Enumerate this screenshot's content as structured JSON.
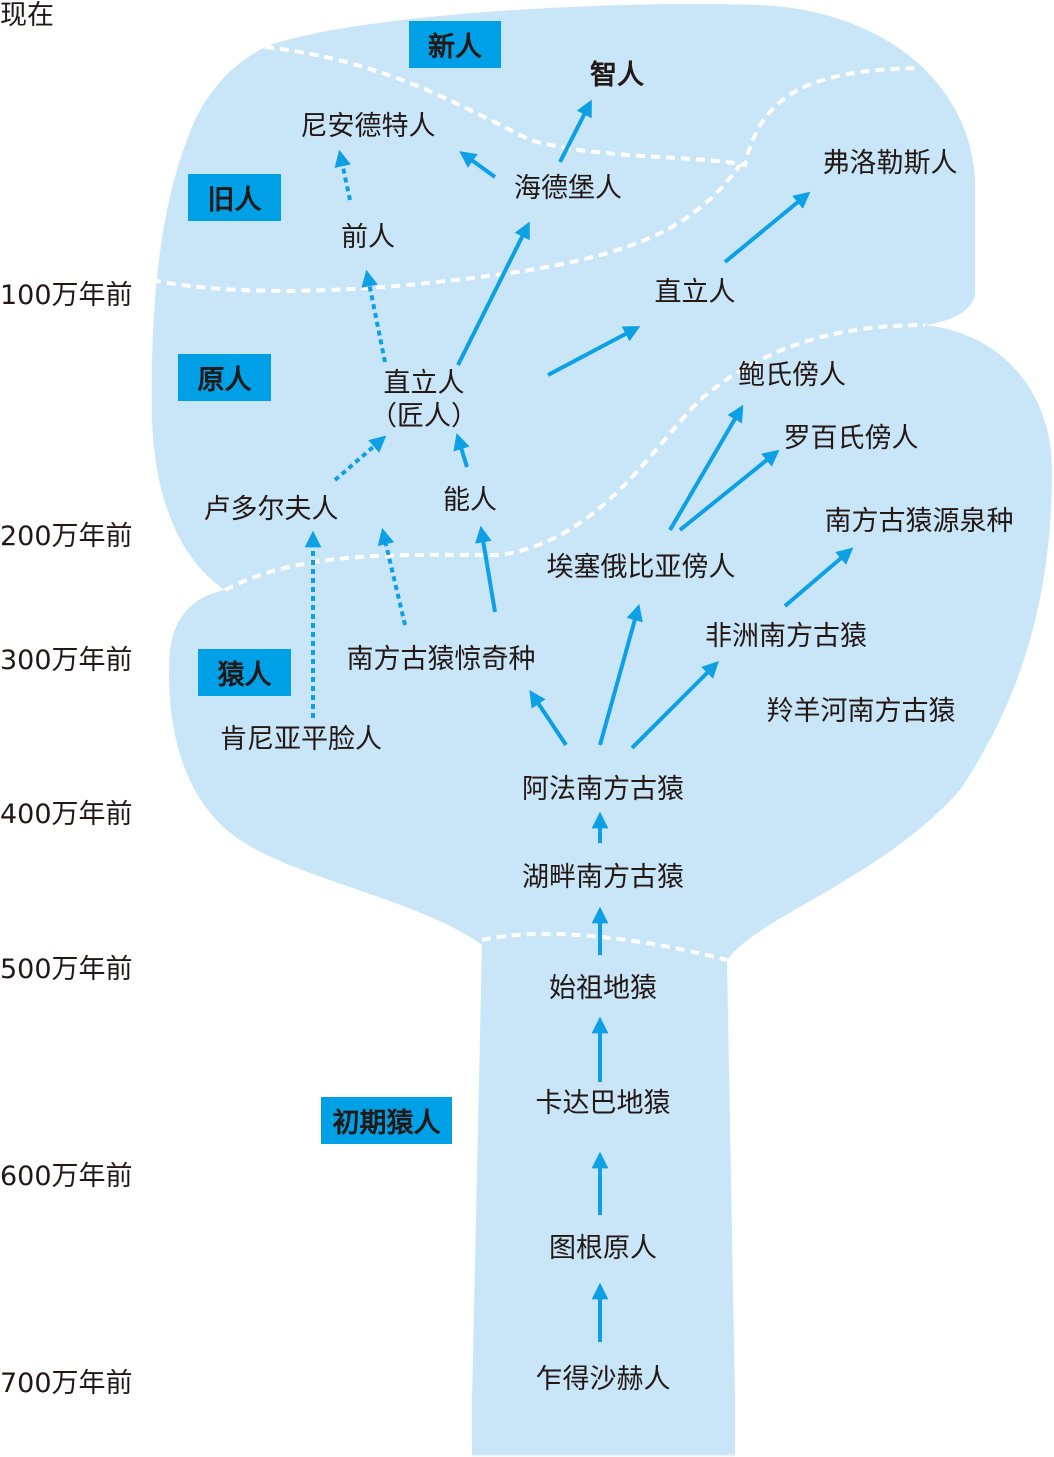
{
  "time_axis": [
    "现在",
    "100万年前",
    "200万年前",
    "300万年前",
    "400万年前",
    "500万年前",
    "600万年前",
    "700万年前"
  ],
  "groups": {
    "new": "新人",
    "old": "旧人",
    "archaic": "原人",
    "ape": "猿人",
    "early": "初期猿人"
  },
  "species": {
    "sapiens": "智人",
    "neanderthal": "尼安德特人",
    "heidelberg": "海德堡人",
    "antecessor": "前人",
    "floresiensis": "弗洛勒斯人",
    "erectus": "直立人",
    "erectus_ergaster": "直立人",
    "ergaster": "（匠人）",
    "boisei": "鲍氏傍人",
    "robustus": "罗百氏傍人",
    "habilis": "能人",
    "rudolfensis": "卢多尔夫人",
    "sediba": "南方古猿源泉种",
    "aethiopicus": "埃塞俄比亚傍人",
    "garhi": "南方古猿惊奇种",
    "africanus": "非洲南方古猿",
    "kenyanthropus": "肯尼亚平脸人",
    "bahrelghazali": "羚羊河南方古猿",
    "afarensis": "阿法南方古猿",
    "anamensis": "湖畔南方古猿",
    "ramidus": "始祖地猿",
    "kadabba": "卡达巴地猿",
    "orrorin": "图根原人",
    "sahelanthropus": "乍得沙赫人"
  },
  "colors": {
    "region": "#c8e6f8",
    "box": "#00a0e6",
    "arrow": "#0ea0e4",
    "boundary": "#ffffff"
  }
}
